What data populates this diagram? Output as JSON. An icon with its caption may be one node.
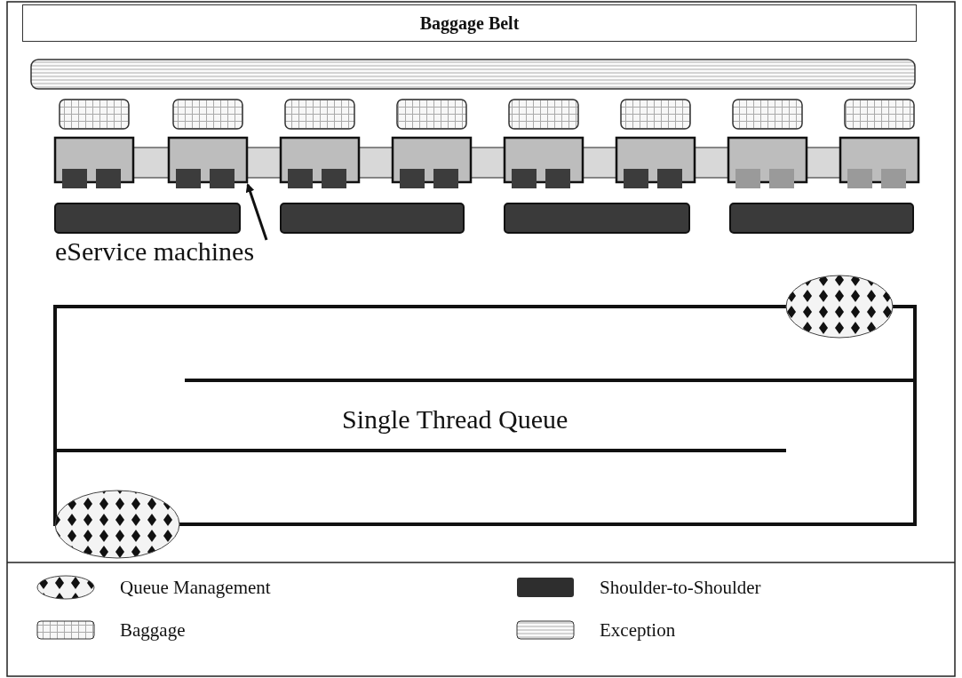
{
  "diagram": {
    "nodes": [
      {
        "text": [
          "Baggage Belt"
        ]
      },
      {
        "text": [
          "eService machines"
        ]
      },
      {
        "text": [],
        "shape": "box"
      },
      {
        "text": [],
        "shape": "box"
      },
      {
        "text": [],
        "shape": "box"
      },
      {
        "text": [],
        "shape": "box"
      },
      {
        "text": [],
        "shape": "box"
      },
      {
        "text": [],
        "shape": "box"
      },
      {
        "text": [],
        "shape": "box"
      },
      {
        "text": [],
        "shape": "box"
      }
    ],
    "edges": [
      {
        "from": 1,
        "to": 3,
        "arrow": "to"
      }
    ],
    "labels": [
      "Single Thread Queue"
    ],
    "legend": [
      {
        "text": "Queue Management"
      },
      {
        "text": "Shoulder-to-Shoulder"
      },
      {
        "text": "Baggage"
      },
      {
        "text": "Exception"
      }
    ]
  }
}
